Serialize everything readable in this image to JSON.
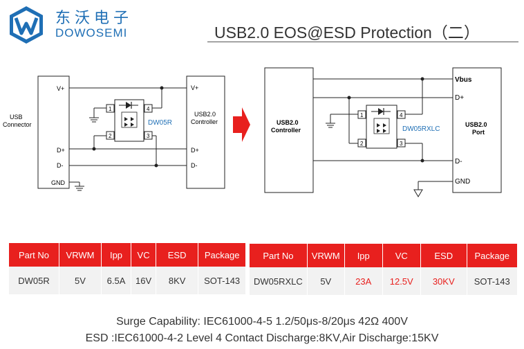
{
  "brand": {
    "name_cn": "东沃电子",
    "name_en": "DOWOSEMI"
  },
  "title": "USB2.0 EOS@ESD Protection（二）",
  "left_circuit": {
    "connector": "USB\nConnector",
    "pins": [
      "V+",
      "D+",
      "D-",
      "GND"
    ],
    "chip": "DW05R",
    "chip_pins": [
      "1",
      "2",
      "3",
      "4"
    ],
    "controller": "USB2.0\nController",
    "controller_pins": [
      "V+",
      "D+",
      "D-"
    ]
  },
  "right_circuit": {
    "controller": "USB2.0\nController",
    "chip": "DW05RXLC",
    "chip_pins": [
      "1",
      "2",
      "3",
      "4"
    ],
    "port": "USB2.0\nPort",
    "port_pins": [
      "Vbus",
      "D+",
      "D-",
      "GND"
    ]
  },
  "table_left": {
    "headers": [
      "Part No",
      "VRWM",
      "Ipp",
      "VC",
      "ESD",
      "Package"
    ],
    "row": [
      "DW05R",
      "5V",
      "6.5A",
      "16V",
      "8KV",
      "SOT-143"
    ]
  },
  "table_right": {
    "headers": [
      "Part No",
      "VRWM",
      "Ipp",
      "VC",
      "ESD",
      "Package"
    ],
    "row": [
      "DW05RXLC",
      "5V",
      "23A",
      "12.5V",
      "30KV",
      "SOT-143"
    ]
  },
  "footer": {
    "surge": "Surge Capability:   IEC61000-4-5 1.2/50μs-8/20μs  42Ω   400V",
    "esd": "ESD :IEC61000-4-2 Level 4 Contact Discharge:8KV,Air Discharge:15KV"
  },
  "colors": {
    "accent": "#e8201e",
    "brand": "#1f6fb5",
    "chip_label": "#1f6fb5"
  }
}
